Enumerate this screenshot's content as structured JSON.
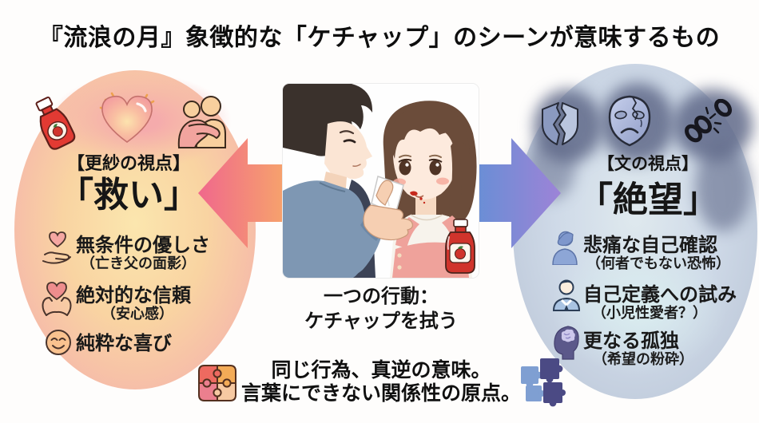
{
  "title": "『流浪の月』象徴的な「ケチャップ」のシーンが意味するもの",
  "center_illustration": "man-wiping-ketchup-from-girls-mouth",
  "left_panel": {
    "top_icons": [
      "ketchup-bottle-icon",
      "glowing-heart-icon",
      "hug-icon"
    ],
    "viewpoint_label": "【更紗の視点】",
    "keyword": "「救い」",
    "items": [
      {
        "icon": "hand-offering-heart-icon",
        "title": "無条件の優しさ",
        "note": "（亡き父の面影）"
      },
      {
        "icon": "hands-holding-heart-icon",
        "title": "絶対的な信頼",
        "note": "（安心感）"
      },
      {
        "icon": "smiling-face-icon",
        "title": "純粋な喜び"
      }
    ]
  },
  "right_panel": {
    "top_icons": [
      "broken-shield-icon",
      "tragedy-mask-icon",
      "broken-chain-icon"
    ],
    "viewpoint_label": "【文の視点】",
    "keyword": "「絶望」",
    "items": [
      {
        "icon": "facepalm-person-icon",
        "title": "悲痛な自己確認",
        "note": "（何者でもない恐怖）"
      },
      {
        "icon": "businessman-icon",
        "title": "自己定義への試み",
        "note": "（小児性愛者？）"
      },
      {
        "icon": "head-brain-icon",
        "title": "更なる孤独",
        "note": "（希望の粉砕）"
      }
    ]
  },
  "center_caption": {
    "line1": "一つの行動：",
    "line2": "ケチャップを拭う"
  },
  "footer": {
    "line1": "同じ行為、真逆の意味。",
    "line2": "言葉にできない関係性の原点。",
    "left_icon": "warm-puzzle-icon",
    "right_icon": "cool-puzzle-icon"
  },
  "colors": {
    "left_arrow_tip": "#f0688c",
    "left_arrow_tail": "#f7aa68",
    "right_arrow_tail": "#6190d5",
    "right_arrow_tip": "#9d83d7",
    "left_blob_center": "#fbe6ae",
    "left_blob_edge": "#f6bba9",
    "right_blob": "#cfdae8",
    "right_blob_smudge": "#5f6888",
    "title_color": "#0e0e0e"
  }
}
